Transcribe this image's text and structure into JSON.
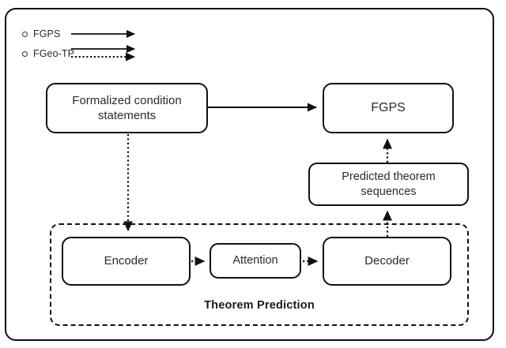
{
  "diagram": {
    "title": "FGeo-TP theorem prediction pipeline",
    "legend": {
      "items": [
        {
          "marker": "circle-outline-icon",
          "label": "FGPS",
          "line_style": "solid",
          "arrow": "arrow-solid-icon"
        },
        {
          "marker": "circle-outline-icon",
          "label": "FGeo-TP",
          "line_style": "dotted",
          "arrow": "arrow-dotted-icon"
        }
      ]
    },
    "nodes": {
      "formalized": {
        "label": "Formalized condition statements",
        "shape": "rounded-rect"
      },
      "fgps": {
        "label": "FGPS",
        "shape": "rounded-rect"
      },
      "predicted": {
        "label": "Predicted theorem sequences",
        "shape": "rounded-rect"
      },
      "encoder": {
        "label": "Encoder",
        "shape": "rounded-rect"
      },
      "attention": {
        "label": "Attention",
        "shape": "rounded-rect"
      },
      "decoder": {
        "label": "Decoder",
        "shape": "rounded-rect"
      }
    },
    "group": {
      "label": "Theorem Prediction",
      "border_style": "dashed"
    },
    "edges": [
      {
        "from": "formalized",
        "to": "fgps",
        "style": "solid",
        "direction": "right"
      },
      {
        "from": "formalized",
        "to": "encoder",
        "style": "dotted",
        "direction": "down"
      },
      {
        "from": "encoder",
        "to": "attention",
        "style": "dotted",
        "direction": "right"
      },
      {
        "from": "attention",
        "to": "decoder",
        "style": "dotted",
        "direction": "right"
      },
      {
        "from": "decoder",
        "to": "predicted",
        "style": "dotted",
        "direction": "up"
      },
      {
        "from": "predicted",
        "to": "fgps",
        "style": "dotted",
        "direction": "up"
      }
    ],
    "colors": {
      "stroke": "#111111",
      "text": "#2b2b2b",
      "background": "#ffffff"
    }
  }
}
